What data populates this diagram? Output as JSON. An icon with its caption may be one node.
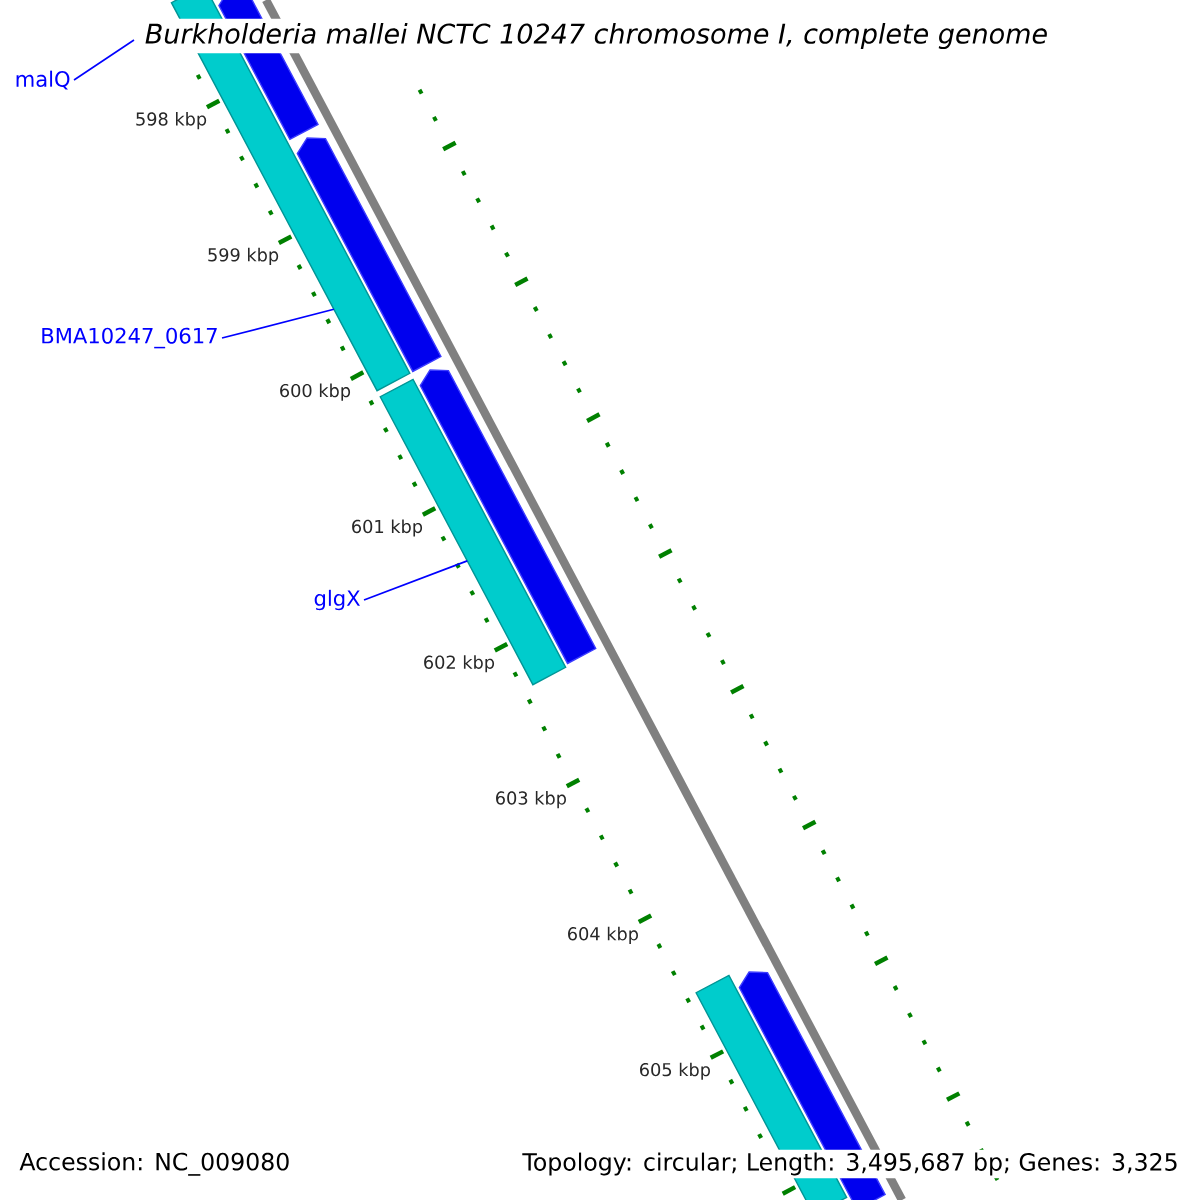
{
  "diagram": {
    "title": "Burkholderia mallei NCTC 10247 chromosome I, complete genome",
    "nodes": [
      {
        "text": [
          "malQ"
        ]
      },
      {
        "text": [
          "BMA10247_0617"
        ]
      },
      {
        "text": [
          "glgX"
        ]
      },
      {
        "text": [],
        "shape": "bar"
      },
      {
        "text": [],
        "shape": "arrow"
      },
      {
        "text": [],
        "shape": "arrow"
      },
      {
        "text": [],
        "shape": "arrow"
      },
      {
        "text": [],
        "shape": "bar"
      },
      {
        "text": [],
        "shape": "arrow"
      },
      {
        "text": [],
        "shape": "bar"
      }
    ],
    "edges": [
      {
        "from": 0,
        "to": null,
        "arrow": "none"
      },
      {
        "from": 1,
        "to": 3,
        "arrow": "none"
      },
      {
        "from": 2,
        "to": 7,
        "arrow": "none"
      }
    ],
    "labels": [
      "598 kbp",
      "599 kbp",
      "600 kbp",
      "601 kbp",
      "602 kbp",
      "603 kbp",
      "604 kbp",
      "605 kbp",
      "Accession: NC_009080",
      "Topology: circular; Length: 3,495,687 bp; Genes: 3,325"
    ]
  }
}
